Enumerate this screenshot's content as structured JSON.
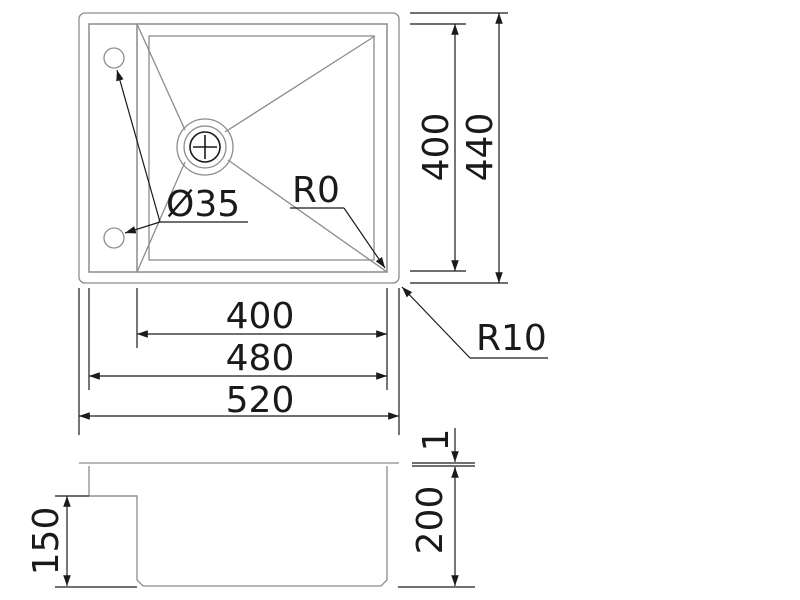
{
  "drawing": {
    "top_view": {
      "inner_width": "400",
      "middle_width": "480",
      "outer_width": "520",
      "inner_height": "400",
      "outer_height": "440",
      "drain_diameter": "Ø35",
      "inner_radius": "R0",
      "outer_radius": "R10"
    },
    "side_view": {
      "flange_thickness": "1",
      "bowl_depth": "200",
      "step_depth": "150"
    }
  }
}
